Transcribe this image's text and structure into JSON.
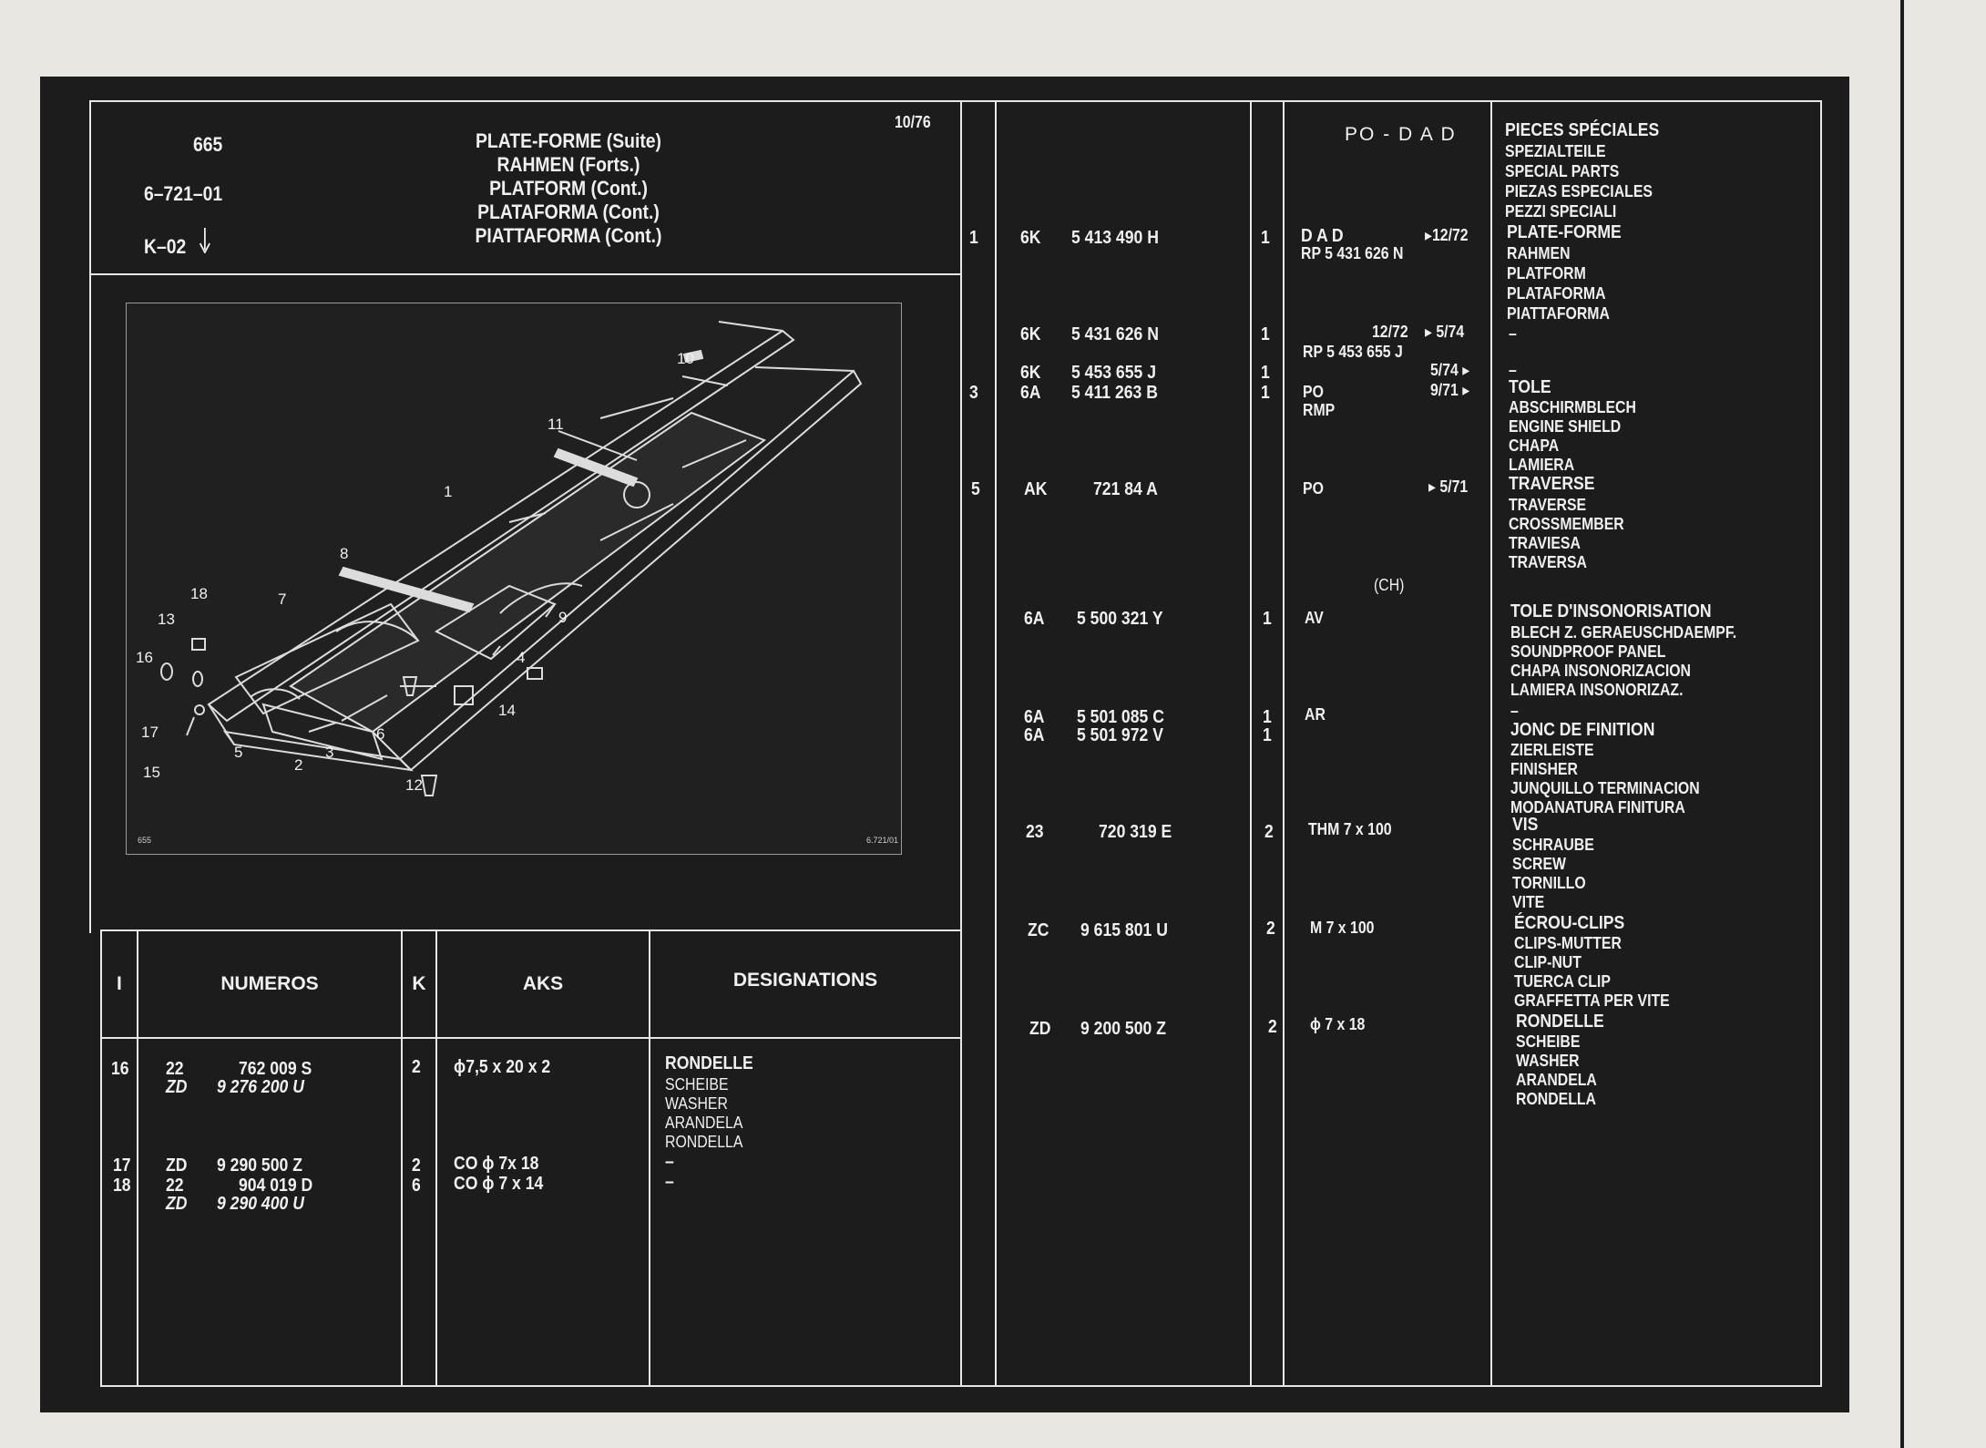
{
  "header": {
    "page_number": "665",
    "ref_code": "6–721–01",
    "k_code": "K–02",
    "date": "10/76",
    "title_lines": [
      "PLATE-FORME (Suite)",
      "RAHMEN (Forts.)",
      "PLATFORM (Cont.)",
      "PLATAFORMA (Cont.)",
      "PIATTAFORMA (Cont.)"
    ]
  },
  "colors": {
    "sheet": "#1c1c1c",
    "ink": "#f0f0f0",
    "paper": "#e9e7e2"
  },
  "icons": {
    "k_code_arrow": "down-arrow-icon",
    "date_pointer": "right-triangle-icon",
    "diameter": "diameter-symbol"
  },
  "figure": {
    "callouts": [
      "1",
      "2",
      "3",
      "4",
      "5",
      "6",
      "7",
      "8",
      "9",
      "10",
      "11",
      "12",
      "13",
      "14",
      "15",
      "16",
      "17",
      "18"
    ],
    "corner_left": "655",
    "corner_right": "6.721/01"
  },
  "left_table": {
    "headers": {
      "index": "I",
      "numbers": "NUMEROS",
      "k": "K",
      "aks": "AKS",
      "designations": "DESIGNATIONS"
    },
    "rows": [
      {
        "i": "16",
        "prefix": "22",
        "num": "762 009 S",
        "k": "2",
        "aks": "ϕ7,5 x 20 x 2",
        "designations": [
          "RONDELLE",
          "SCHEIBE",
          "WASHER",
          "ARANDELA",
          "RONDELLA"
        ]
      },
      {
        "prefix": "ZD",
        "num": "9 276 200 U",
        "italic": true
      },
      {
        "i": "17",
        "prefix": "ZD",
        "num": "9 290 500 Z",
        "k": "2",
        "aks": "CO ϕ 7x 18",
        "designations": [
          "–"
        ]
      },
      {
        "i": "18",
        "prefix": "22",
        "num": "904 019 D",
        "k": "6",
        "aks": "CO ϕ 7 x 14",
        "designations": [
          "–"
        ]
      },
      {
        "prefix": "ZD",
        "num": "9 290 400 U",
        "italic": true
      }
    ]
  },
  "right_table": {
    "header_po_dad": "PO - D A D",
    "sections": [
      {
        "designations": [
          "PIECES SPÉCIALES",
          "SPEZIALTEILE",
          "SPECIAL PARTS",
          "PIEZAS ESPECIALES",
          "PEZZI SPECIALI"
        ]
      },
      {
        "i": "1",
        "prefix": "6K",
        "num": "5 413 490 H",
        "k": "1",
        "aks": [
          "D A D",
          "RP 5 431 626 N"
        ],
        "date": "12/72",
        "designations": [
          "PLATE-FORME",
          "RAHMEN",
          "PLATFORM",
          "PLATAFORMA",
          "PIATTAFORMA"
        ]
      },
      {
        "prefix": "6K",
        "num": "5 431 626 N",
        "k": "1",
        "aks": [
          "12/72",
          "RP 5 453 655 J"
        ],
        "date": "5/74",
        "designations": [
          "–"
        ]
      },
      {
        "prefix": "6K",
        "num": "5 453 655 J",
        "k": "1",
        "date": "5/74",
        "designations": [
          "–"
        ]
      },
      {
        "i": "3",
        "prefix": "6A",
        "num": "5 411 263 B",
        "k": "1",
        "aks": [
          "PO",
          "RMP"
        ],
        "date": "9/71",
        "designations": [
          "TOLE",
          "ABSCHIRMBLECH",
          "ENGINE SHIELD",
          "CHAPA",
          "LAMIERA"
        ]
      },
      {
        "i": "5",
        "prefix": "AK",
        "num": "721 84 A",
        "aks": [
          "PO"
        ],
        "date": "5/71",
        "designations": [
          "TRAVERSE",
          "TRAVERSE",
          "CROSSMEMBER",
          "TRAVIESA",
          "TRAVERSA"
        ]
      },
      {
        "aks": [
          "(CH)"
        ]
      },
      {
        "prefix": "6A",
        "num": "5 500 321 Y",
        "k": "1",
        "aks": [
          "AV"
        ],
        "designations": [
          "TOLE D'INSONORISATION",
          "BLECH Z. GERAEUSCHDAEMPF.",
          "SOUNDPROOF PANEL",
          "CHAPA INSONORIZACION",
          "LAMIERA INSONORIZAZ."
        ]
      },
      {
        "prefix": "6A",
        "num": "5 501 085 C",
        "k": "1",
        "aks": [
          "AR"
        ],
        "designations": [
          "–"
        ]
      },
      {
        "prefix": "6A",
        "num": "5 501 972 V",
        "k": "1",
        "designations": [
          "JONC DE FINITION",
          "ZIERLEISTE",
          "FINISHER",
          "JUNQUILLO TERMINACION",
          "MODANATURA FINITURA"
        ]
      },
      {
        "prefix": "23",
        "num": "720 319 E",
        "k": "2",
        "aks": [
          "THM 7 x 100"
        ],
        "designations": [
          "VIS",
          "SCHRAUBE",
          "SCREW",
          "TORNILLO",
          "VITE"
        ]
      },
      {
        "prefix": "ZC",
        "num": "9 615 801 U",
        "k": "2",
        "aks": [
          "M 7 x 100"
        ],
        "designations": [
          "ÉCROU-CLIPS",
          "CLIPS-MUTTER",
          "CLIP-NUT",
          "TUERCA CLIP",
          "GRAFFETTA PER VITE"
        ]
      },
      {
        "prefix": "ZD",
        "num": "9 200 500 Z",
        "k": "2",
        "aks": [
          "ϕ 7 x 18"
        ],
        "designations": [
          "RONDELLE",
          "SCHEIBE",
          "WASHER",
          "ARANDELA",
          "RONDELLA"
        ]
      }
    ]
  }
}
